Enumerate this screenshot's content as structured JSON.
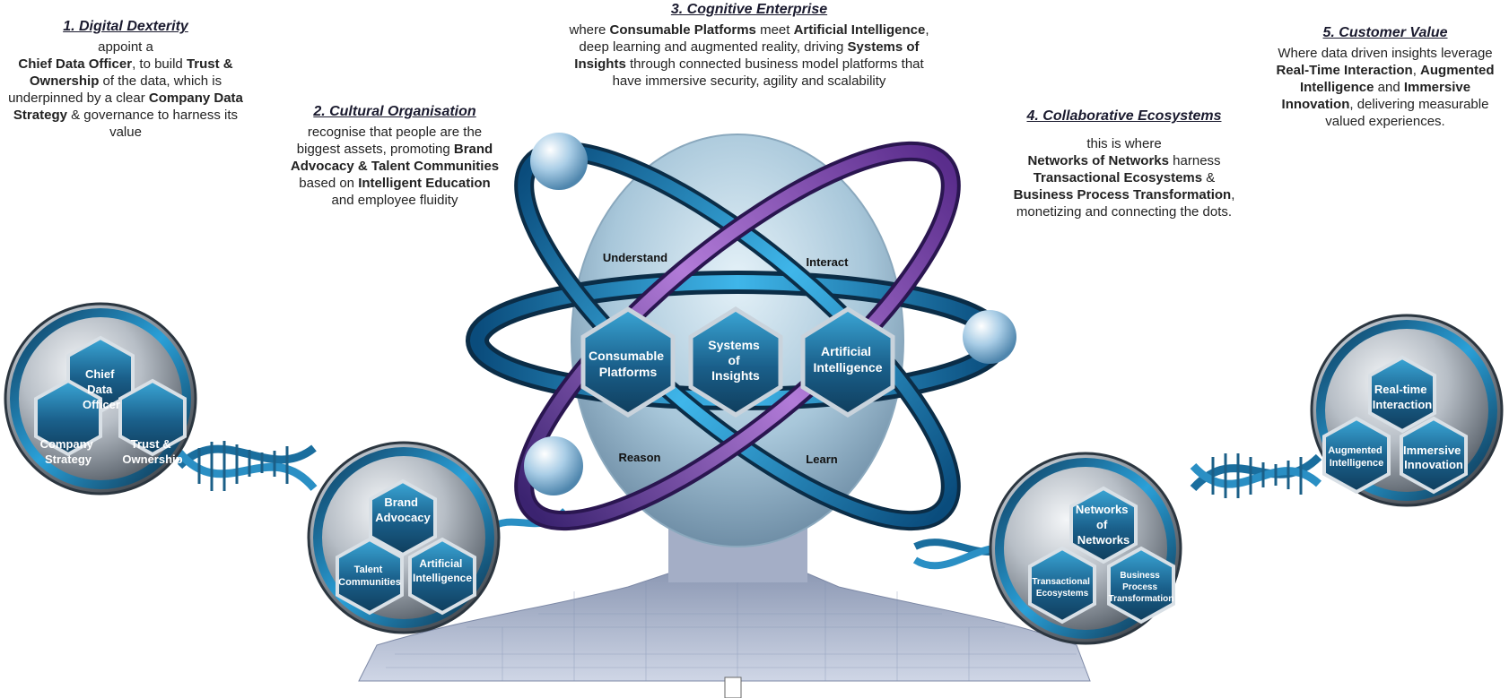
{
  "section1": {
    "title": "1. Digital Dexterity",
    "parts": [
      "appoint a",
      "Chief Data Officer",
      ", to build ",
      "Trust & Ownership",
      " of the data, which is underpinned by a clear ",
      "Company Data Strategy",
      "  & governance to harness its value"
    ]
  },
  "section2": {
    "title": "2. Cultural Organisation",
    "parts": [
      "recognise that people are the biggest assets, promoting ",
      "Brand Advocacy & Talent Communities",
      " based on ",
      "Intelligent Education",
      " and employee fluidity"
    ]
  },
  "section3": {
    "title": "3. Cognitive Enterprise",
    "parts": [
      "where ",
      "Consumable Platforms",
      " meet ",
      "Artificial Intelligence",
      ", deep learning and augmented reality, driving ",
      "Systems of Insights",
      " through connected business model platforms that have immersive security, agility and scalability"
    ]
  },
  "section4": {
    "title": "4. Collaborative Ecosystems",
    "parts": [
      "this is where",
      "Networks of Networks",
      " harness ",
      "Transactional Ecosystems",
      " & ",
      "Business Process Transformation",
      ", monetizing and connecting the dots."
    ]
  },
  "section5": {
    "title": "5. Customer Value",
    "parts": [
      "Where data driven insights leverage",
      "Real-Time Interaction",
      ", ",
      "Augmented Intelligence",
      " and ",
      "Immersive Innovation",
      ", delivering measurable valued experiences."
    ]
  },
  "orbit_labels": {
    "understand": "Understand",
    "interact": "Interact",
    "reason": "Reason",
    "learn": "Learn"
  },
  "center_hexes": {
    "h1": [
      "Consumable",
      "Platforms"
    ],
    "h2": [
      "Systems",
      "of",
      "Insights"
    ],
    "h3": [
      "Artificial",
      "Intelligence"
    ]
  },
  "circle1": {
    "top": [
      "Chief",
      "Data",
      "Officer"
    ],
    "left": [
      "Company",
      "Strategy"
    ],
    "right": [
      "Trust &",
      "Ownership"
    ]
  },
  "circle2": {
    "top": [
      "Brand",
      "Advocacy"
    ],
    "left": [
      "Talent",
      "Communities"
    ],
    "right": [
      "Artificial",
      "Intelligence"
    ]
  },
  "circle4": {
    "top": [
      "Networks",
      "of",
      "Networks"
    ],
    "left": [
      "Transactional",
      "Ecosystems"
    ],
    "right": [
      "Business",
      "Process",
      "Transformation"
    ]
  },
  "circle5": {
    "top": [
      "Real-time",
      "Interaction"
    ],
    "left": [
      "Augmented",
      "Intelligence"
    ],
    "right": [
      "Immersive",
      "Innovation"
    ]
  },
  "colors": {
    "hex_fill": "#1f6f9c",
    "ring_blue": "#1b8fd0",
    "ring_purple": "#8b4fb3",
    "steel": "#9aa3ad"
  }
}
